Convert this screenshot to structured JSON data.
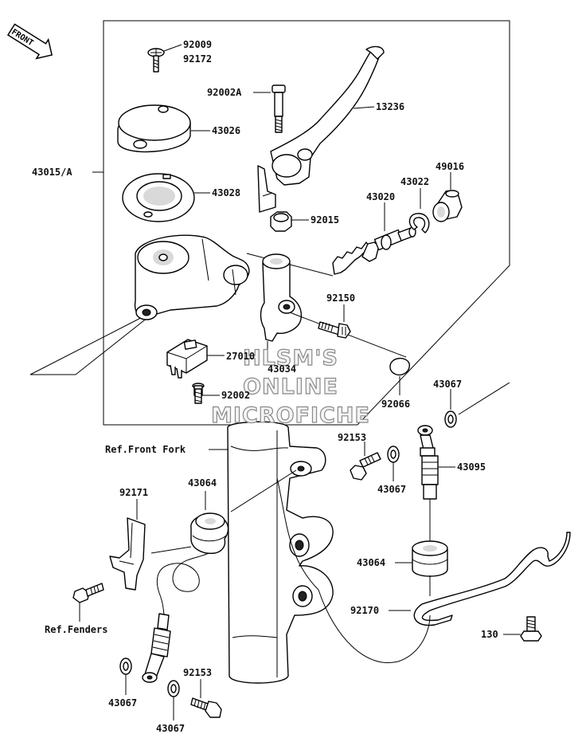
{
  "front_badge": "FRONT",
  "watermark": [
    "HLSM'S",
    "ONLINE",
    "MICROFICHE"
  ],
  "labels": {
    "p92009": "92009",
    "p92172": "92172",
    "p92002A": "92002A",
    "p13236": "13236",
    "p43026": "43026",
    "p43015A": "43015/A",
    "p43028": "43028",
    "p49016": "49016",
    "p43022": "43022",
    "p43020": "43020",
    "p92015": "92015",
    "p92150": "92150",
    "p27010": "27010",
    "p43034": "43034",
    "p92002": "92002",
    "p92066": "92066",
    "p43067_right": "43067",
    "p92153_mid": "92153",
    "p43067_mid": "43067",
    "p43095": "43095",
    "ref_front_fork": "Ref.Front Fork",
    "p92171": "92171",
    "p43064_left": "43064",
    "p43064_right": "43064",
    "p92170": "92170",
    "p130": "130",
    "ref_fenders": "Ref.Fenders",
    "p92153_bottom": "92153",
    "p43067_bottom_left": "43067",
    "p43067_bottom": "43067"
  }
}
